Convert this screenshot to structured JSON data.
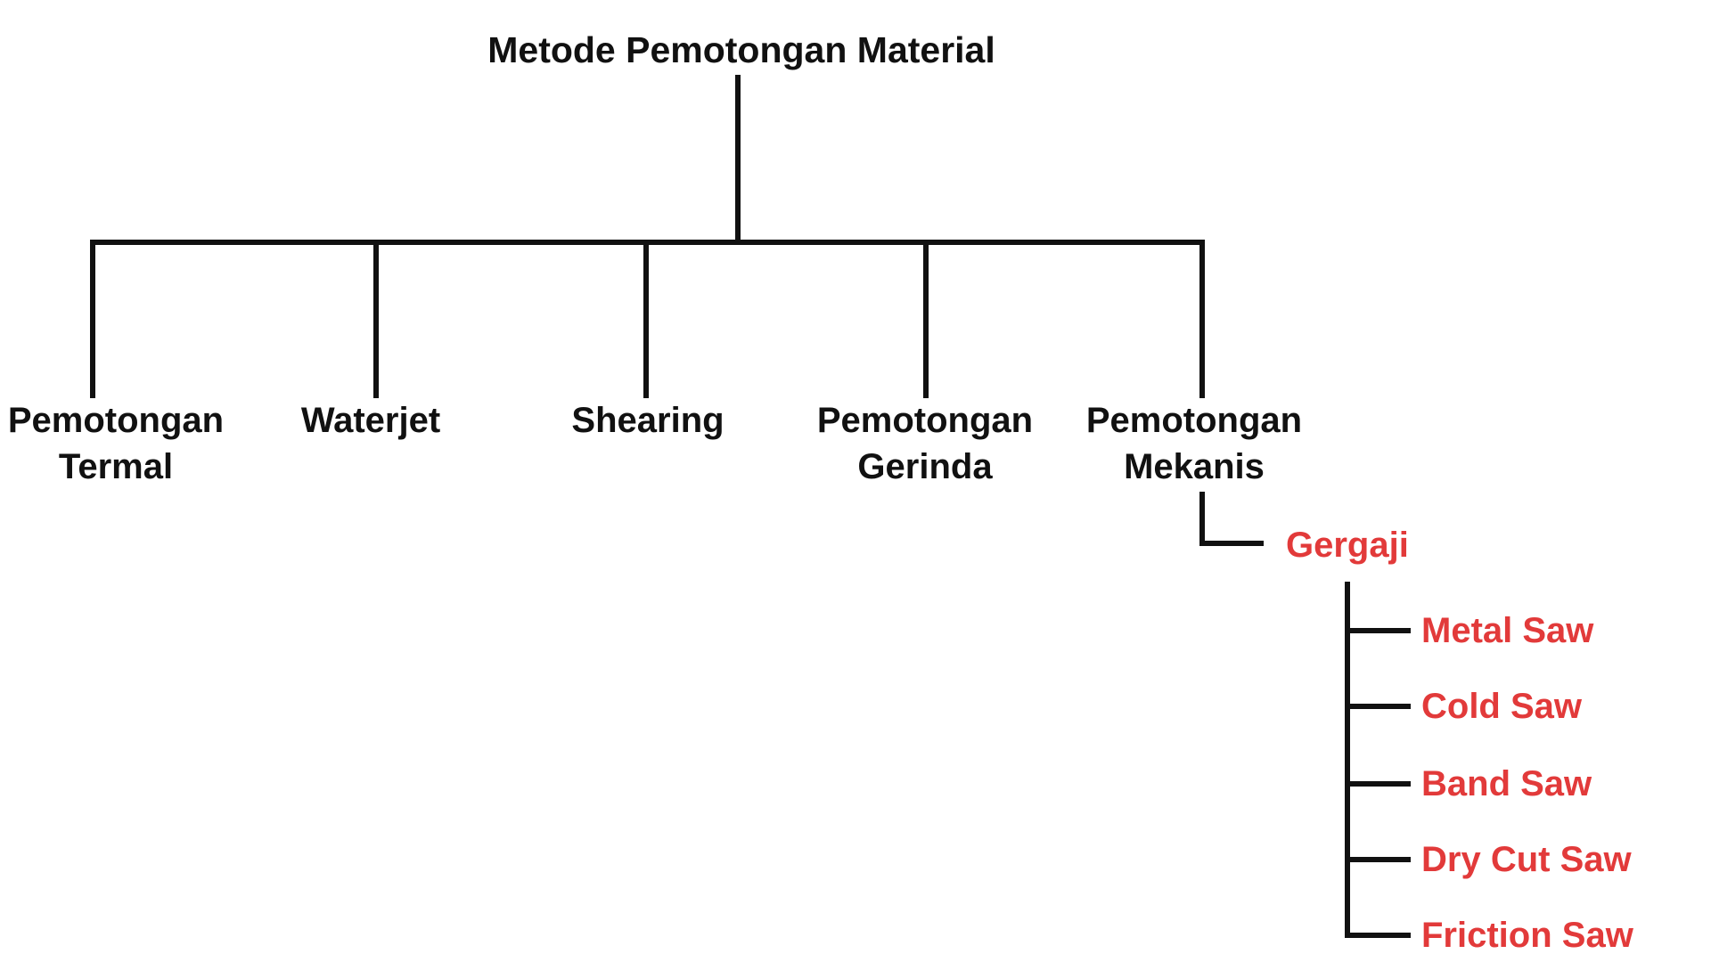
{
  "chart": {
    "title": "Metode Pemotongan Material",
    "branches": [
      {
        "label": "Pemotongan Termal"
      },
      {
        "label": "Waterjet"
      },
      {
        "label": "Shearing"
      },
      {
        "label": "Pemotongan Gerinda"
      },
      {
        "label": "Pemotongan Mekanis",
        "children": [
          {
            "label": "Gergaji",
            "children": [
              {
                "label": "Metal Saw"
              },
              {
                "label": "Cold Saw"
              },
              {
                "label": "Band Saw"
              },
              {
                "label": "Dry Cut Saw"
              },
              {
                "label": "Friction Saw"
              }
            ]
          }
        ]
      }
    ]
  },
  "colors": {
    "line": "#111111",
    "text": "#111111",
    "highlight": "#e23a3a",
    "background": "#ffffff"
  }
}
